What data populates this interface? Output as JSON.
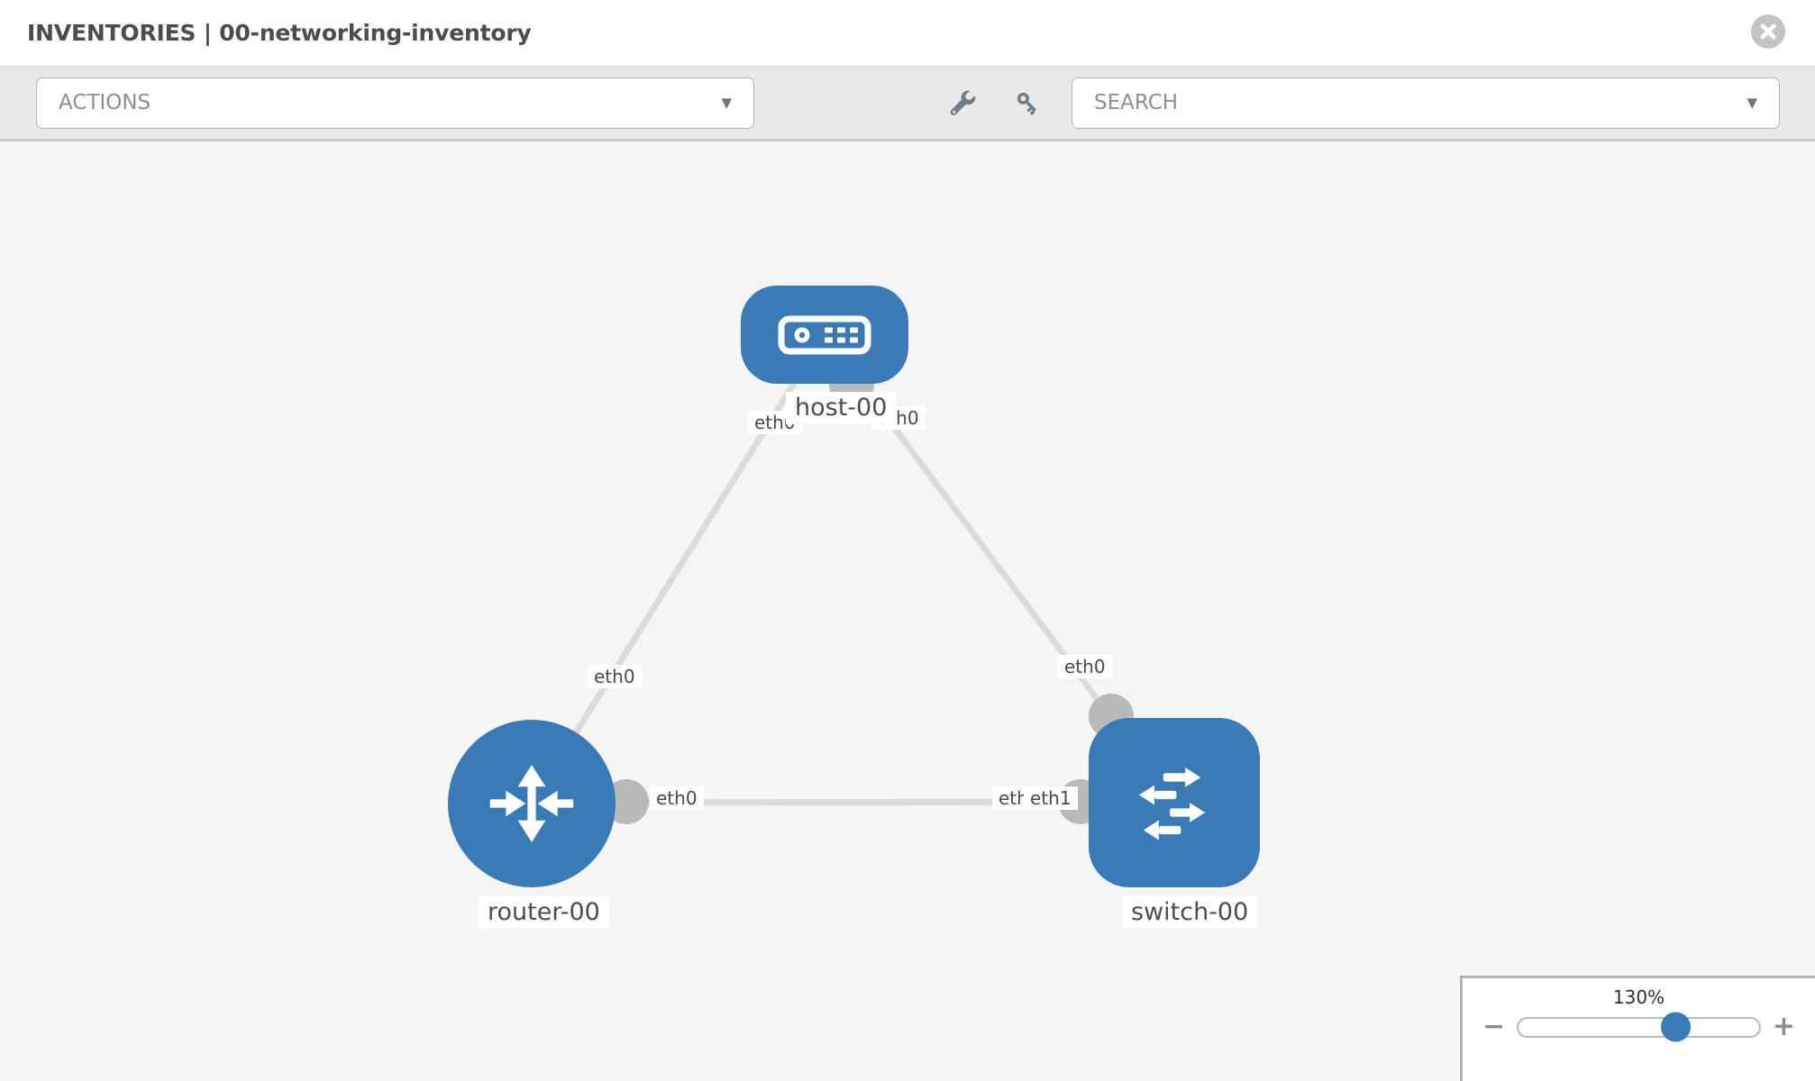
{
  "header": {
    "title": "INVENTORIES | 00-networking-inventory"
  },
  "toolbar": {
    "actions": {
      "label": "ACTIONS",
      "caret_glyph": "▼"
    },
    "search": {
      "label": "SEARCH",
      "caret_glyph": "▼"
    },
    "tool_icons": [
      {
        "name": "wrench-icon"
      },
      {
        "name": "key-icon"
      }
    ]
  },
  "topology": {
    "nodes": [
      {
        "id": "host-00",
        "label": "host-00",
        "type": "host"
      },
      {
        "id": "router-00",
        "label": "router-00",
        "type": "router"
      },
      {
        "id": "switch-00",
        "label": "switch-00",
        "type": "switch"
      }
    ],
    "links": [
      {
        "from": "host-00",
        "from_iface": "eth0",
        "to": "router-00",
        "to_iface": "eth0"
      },
      {
        "from": "host-00",
        "from_iface": "eth0",
        "to": "switch-00",
        "to_iface": "eth0"
      },
      {
        "from": "router-00",
        "from_iface": "eth0",
        "to": "switch-00",
        "to_iface": "eth1",
        "to_iface_overlapped": "eth0"
      }
    ]
  },
  "zoom_control": {
    "value_label": "130%",
    "percent": 130,
    "decrease_glyph": "−",
    "increase_glyph": "+"
  },
  "colors": {
    "node_fill": "#3a7bb7",
    "link_stroke": "#dbdbdb",
    "connector_fill": "#b9b9b9",
    "canvas_bg": "#f5f5f5",
    "toolbar_bg": "#e9e9e9"
  }
}
